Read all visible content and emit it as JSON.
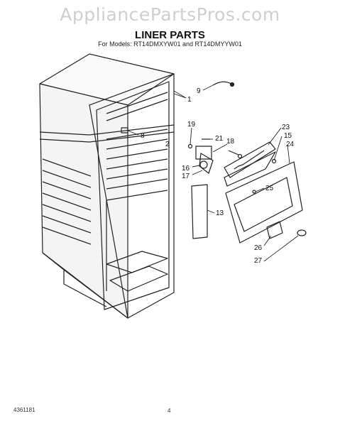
{
  "watermark": "AppliancePartsPros.com",
  "header": {
    "title": "LINER PARTS",
    "subtitle": "For Models: RT14DMXYW01 and RT14DMYYW01"
  },
  "footer": {
    "doc_number": "4361181",
    "page_number": "4"
  },
  "callouts": {
    "c9": "9",
    "c1": "1",
    "c8": "8",
    "c2": "2",
    "c19": "19",
    "c21": "21",
    "c18": "18",
    "c16": "16",
    "c17": "17",
    "c23": "23",
    "c15": "15",
    "c24": "24",
    "c25": "25",
    "c13": "13",
    "c26": "26",
    "c27": "27"
  }
}
